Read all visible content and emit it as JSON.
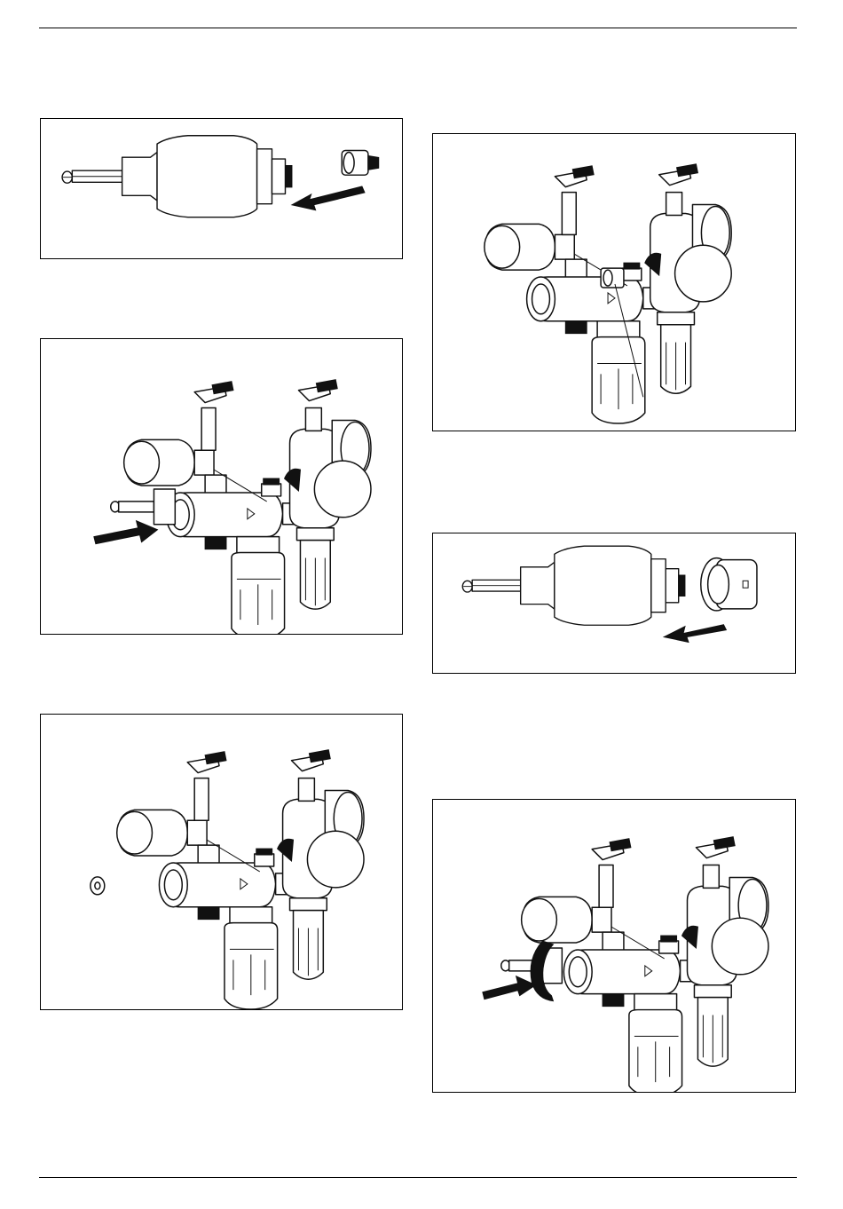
{
  "page": {
    "figures": [
      {
        "id": "fig-1",
        "illustration": "cartridge-extraction",
        "arrow": "left"
      },
      {
        "id": "fig-2",
        "illustration": "valve-assembly-tool-insert",
        "arrow": "right"
      },
      {
        "id": "fig-3",
        "illustration": "valve-assembly-open-seat"
      },
      {
        "id": "fig-4",
        "illustration": "valve-assembly-detail-callout"
      },
      {
        "id": "fig-5",
        "illustration": "cartridge-extraction",
        "arrow": "left"
      },
      {
        "id": "fig-6",
        "illustration": "valve-assembly-tool-rotate",
        "arrow": "right"
      }
    ]
  }
}
